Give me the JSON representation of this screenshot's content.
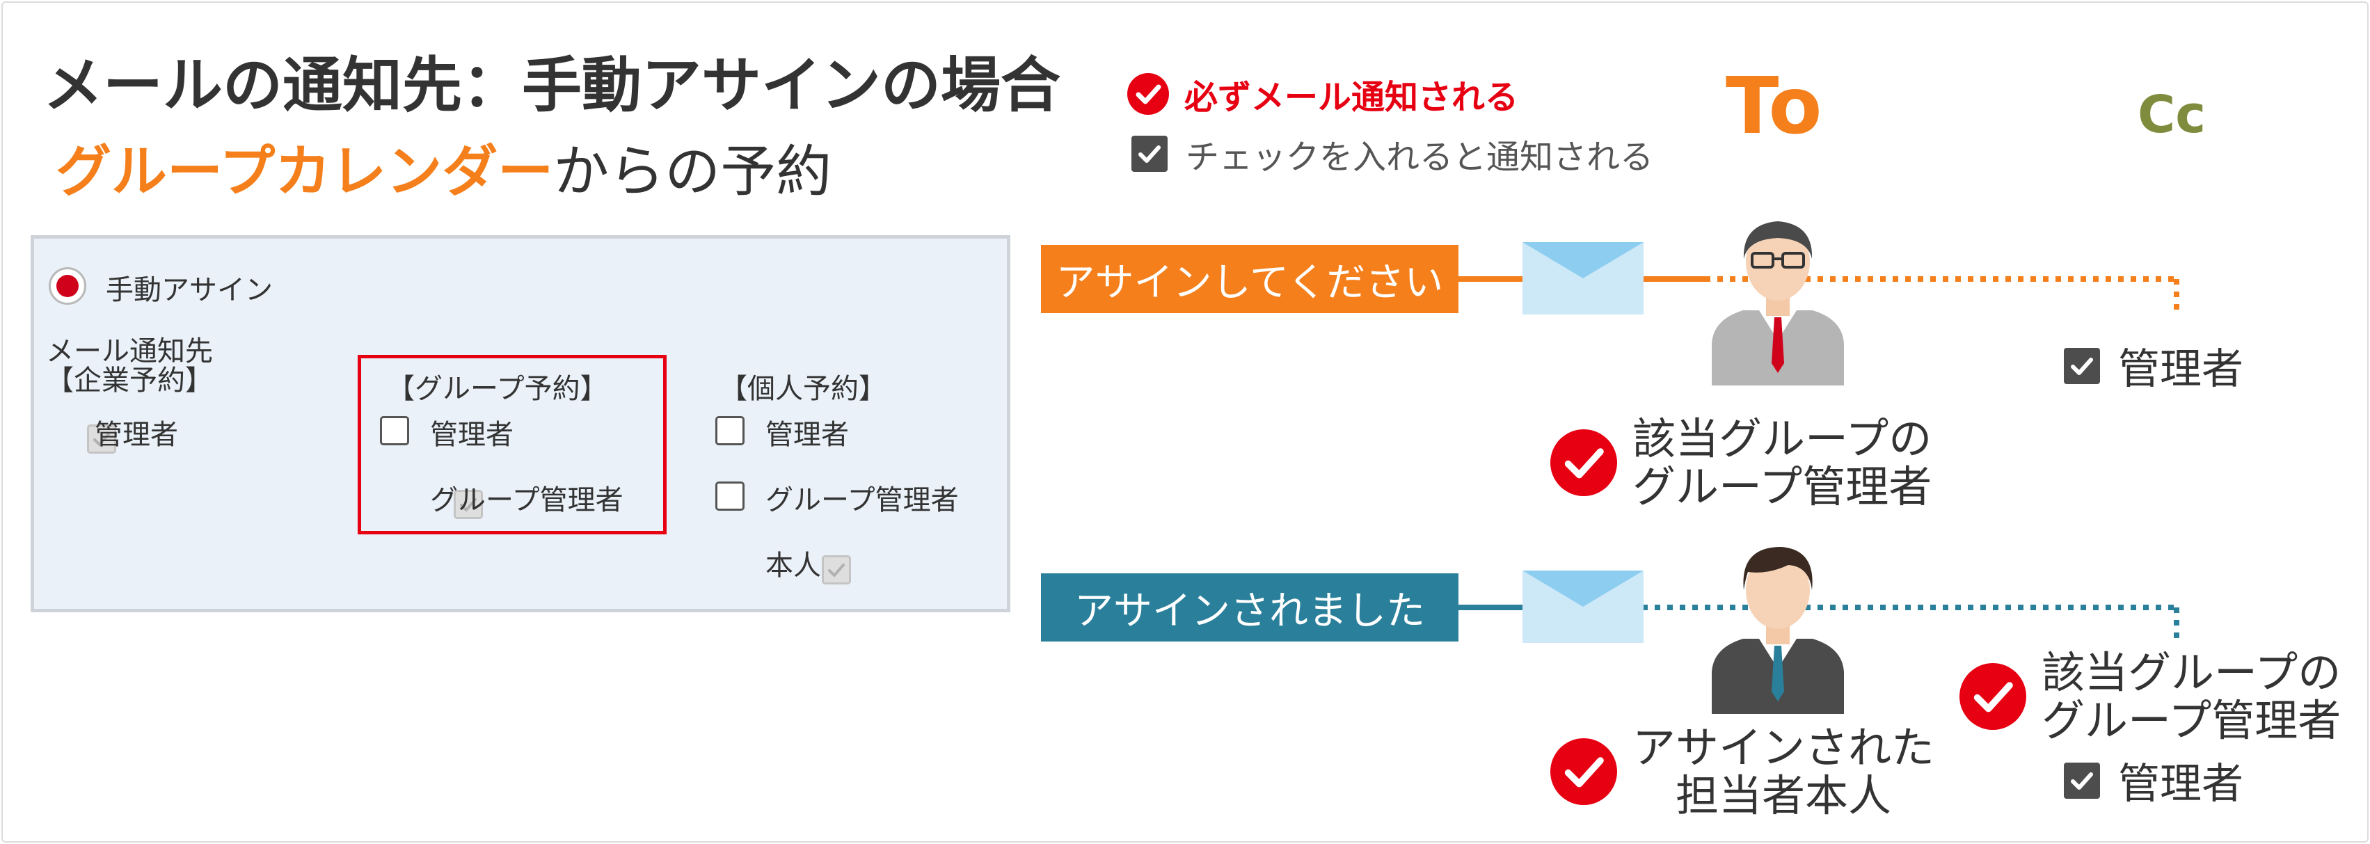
{
  "header": {
    "title": "メールの通知先：手動アサインの場合",
    "subtitle_highlight": "グループカレンダー",
    "subtitle_rest": "からの予約"
  },
  "legend": {
    "required": "必ずメール通知される",
    "checked": "チェックを入れると通知される"
  },
  "columns": {
    "to": "To",
    "cc": "Cc"
  },
  "form": {
    "radio_label": "手動アサイン",
    "notify_label_1": "メール通知先",
    "notify_label_2": "【企業予約】",
    "corporate": {
      "admin": "管理者"
    },
    "group": {
      "header": "【グループ予約】",
      "admin": "管理者",
      "group_admin": "グループ管理者"
    },
    "personal": {
      "header": "【個人予約】",
      "admin": "管理者",
      "group_admin": "グループ管理者",
      "self": "本人"
    }
  },
  "flow_assign_request": {
    "banner": "アサインしてください",
    "to_label_1": "該当グループの",
    "to_label_2": "グループ管理者",
    "cc_label": "管理者"
  },
  "flow_assigned": {
    "banner": "アサインされました",
    "to_label_1": "アサインされた",
    "to_label_2": "担当者本人",
    "cc_group_label_1": "該当グループの",
    "cc_group_label_2": "グループ管理者",
    "cc_admin_label": "管理者"
  },
  "colors": {
    "accent_orange": "#f47f1b",
    "accent_teal": "#2a7f9a",
    "required_red": "#e60012",
    "cc_olive": "#7f8c3d",
    "form_bg": "#eaf1f8"
  }
}
